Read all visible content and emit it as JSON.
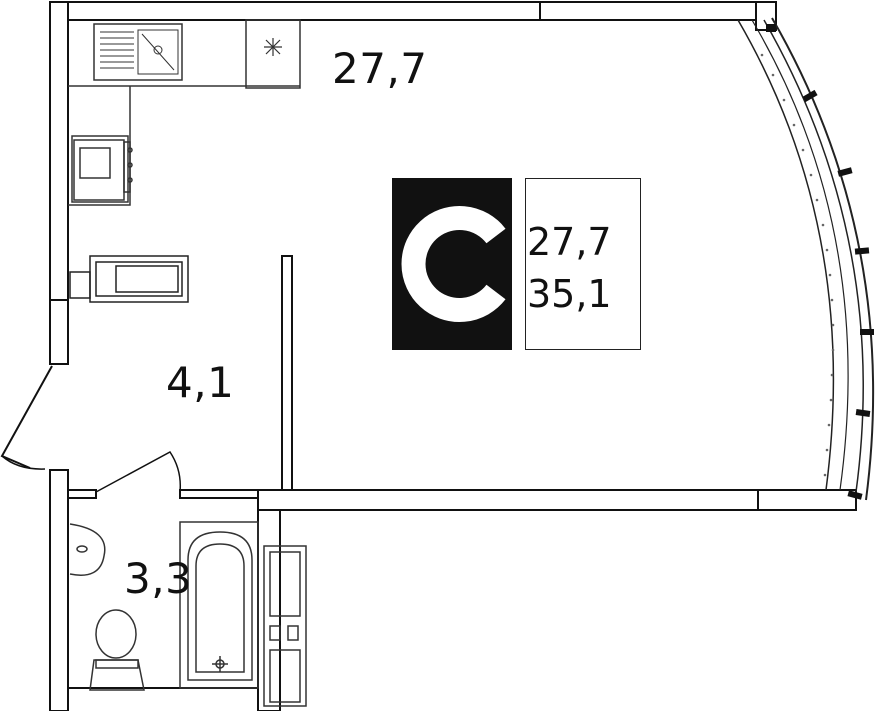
{
  "rooms": {
    "living_area": "27,7",
    "hall_area": "4,1",
    "bath_area": "3,3"
  },
  "badge": {
    "letter": "C",
    "living_total": "27,7",
    "total_area": "35,1"
  },
  "colors": {
    "wall": "#111111",
    "line": "#222222",
    "badge_dark": "#111111",
    "background": "#ffffff"
  }
}
